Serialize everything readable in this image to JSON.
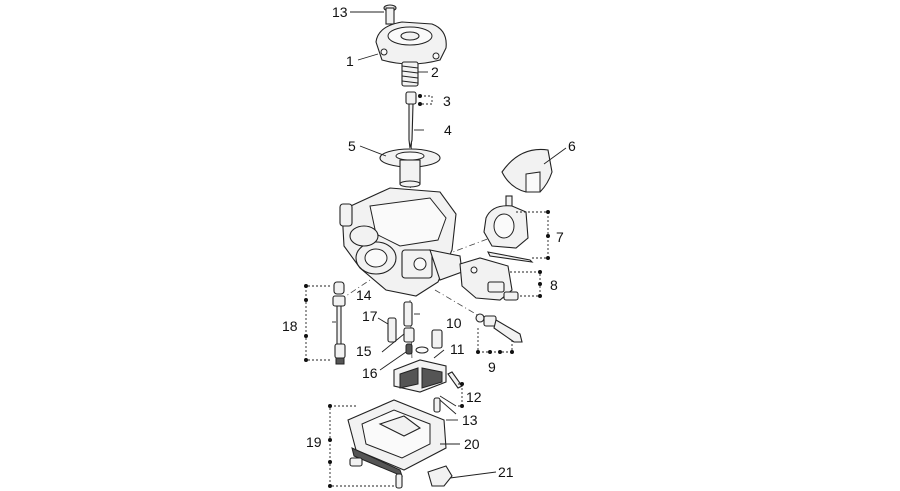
{
  "callouts": [
    {
      "id": "c13a",
      "label": "13"
    },
    {
      "id": "c1",
      "label": "1"
    },
    {
      "id": "c2",
      "label": "2"
    },
    {
      "id": "c3",
      "label": "3"
    },
    {
      "id": "c4",
      "label": "4"
    },
    {
      "id": "c5",
      "label": "5"
    },
    {
      "id": "c6",
      "label": "6"
    },
    {
      "id": "c7",
      "label": "7"
    },
    {
      "id": "c8",
      "label": "8"
    },
    {
      "id": "c9",
      "label": "9"
    },
    {
      "id": "c10",
      "label": "10"
    },
    {
      "id": "c11",
      "label": "11"
    },
    {
      "id": "c12",
      "label": "12"
    },
    {
      "id": "c13b",
      "label": "13"
    },
    {
      "id": "c14",
      "label": "14"
    },
    {
      "id": "c15",
      "label": "15"
    },
    {
      "id": "c16",
      "label": "16"
    },
    {
      "id": "c17",
      "label": "17"
    },
    {
      "id": "c18",
      "label": "18"
    },
    {
      "id": "c19",
      "label": "19"
    },
    {
      "id": "c20",
      "label": "20"
    },
    {
      "id": "c21",
      "label": "21"
    }
  ]
}
